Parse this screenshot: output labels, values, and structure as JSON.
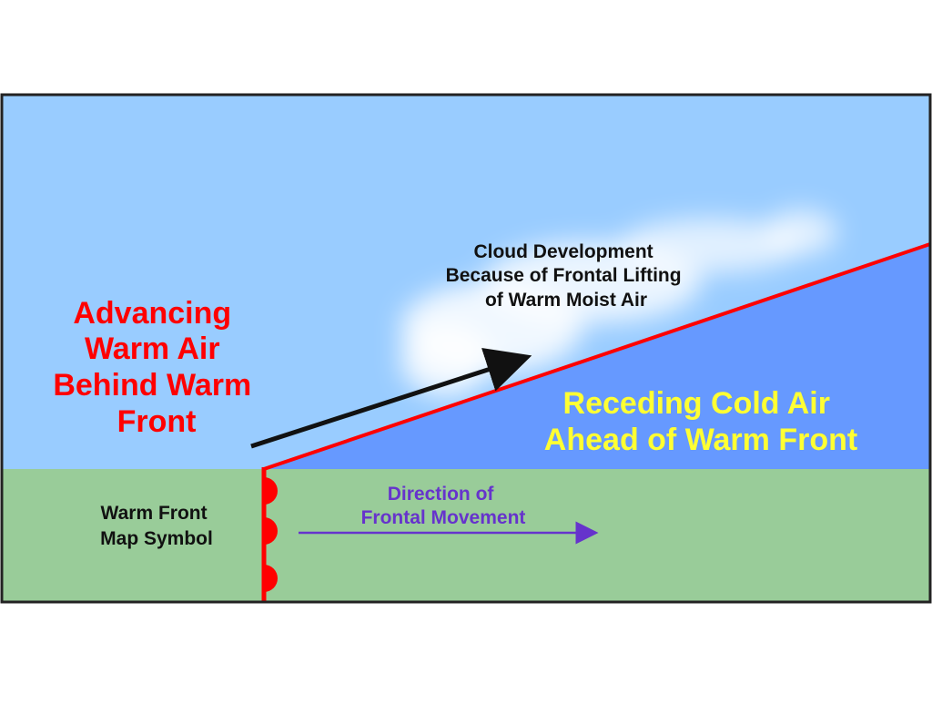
{
  "colors": {
    "sky": "#99ccff",
    "cold_air": "#6699ff",
    "ground": "#99cc99",
    "front_line": "#ff0000",
    "warm_label": "#ff0000",
    "cold_label": "#ffff33",
    "movement_label": "#6633cc",
    "dark_text": "#111111",
    "cloud": "#ffffff",
    "border": "#222222"
  },
  "labels": {
    "warm_air": [
      "Advancing",
      "Warm Air",
      "Behind Warm",
      "Front"
    ],
    "cold_air": [
      "Receding Cold Air",
      "Ahead of Warm Front"
    ],
    "cloud": [
      "Cloud Development",
      "Because of Frontal Lifting",
      "of  Warm Moist Air"
    ],
    "map_symbol": [
      "Warm Front",
      "Map Symbol"
    ],
    "movement": [
      "Direction of",
      "Frontal Movement"
    ]
  },
  "icons": {
    "lifting_arrow": "arrow-up-right-icon",
    "movement_arrow": "arrow-right-icon",
    "warm_front_symbol": "semicircle-front-icon"
  }
}
